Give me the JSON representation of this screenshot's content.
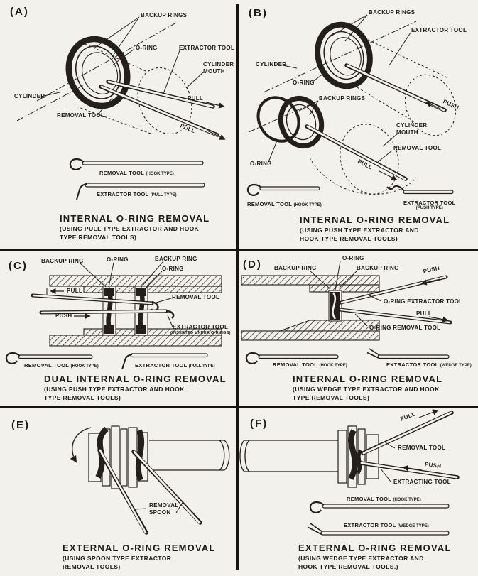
{
  "colors": {
    "ink": "#241f1a",
    "paper": "#f3f1ec"
  },
  "panels": {
    "a": {
      "tag": "(A)",
      "labels": {
        "backup_rings": "BACKUP RINGS",
        "o_ring": "O-RING",
        "extractor_tool": "EXTRACTOR TOOL",
        "cylinder_mouth": "CYLINDER MOUTH",
        "cylinder": "CYLINDER",
        "removal_tool": "REMOVAL TOOL",
        "pull_upper": "PULL",
        "pull_lower": "PULL"
      },
      "tools": [
        {
          "name": "REMOVAL TOOL",
          "type": "(HOOK TYPE)"
        },
        {
          "name": "EXTRACTOR TOOL",
          "type": "(PULL TYPE)"
        }
      ],
      "caption": {
        "title": "INTERNAL O-RING REMOVAL",
        "line2": "(USING PULL TYPE EXTRACTOR AND HOOK",
        "line3": "TYPE REMOVAL TOOLS)"
      }
    },
    "b": {
      "tag": "(B)",
      "labels": {
        "backup_rings_top": "BACKUP RINGS",
        "extractor_tool": "EXTRACTOR TOOL",
        "cylinder": "CYLINDER",
        "o_ring_top": "O-RING",
        "push": "PUSH",
        "backup_rings_lower": "BACKUP RINGS",
        "cylinder_mouth": "CYLINDER MOUTH",
        "removal_tool": "REMOVAL TOOL",
        "pull": "PULL",
        "o_ring_lower": "O-RING"
      },
      "tools": [
        {
          "name": "REMOVAL TOOL",
          "type": "(HOOK TYPE)"
        },
        {
          "name": "EXTRACTOR TOOL",
          "type": "(PUSH TYPE)"
        }
      ],
      "caption": {
        "title": "INTERNAL O-RING REMOVAL",
        "line2": "(USING PUSH TYPE EXTRACTOR AND",
        "line3": "HOOK TYPE REMOVAL TOOLS)"
      }
    },
    "c": {
      "tag": "(C)",
      "labels": {
        "backup_ring_left": "BACKUP RING",
        "o_ring_left": "O-RING",
        "backup_ring_right": "BACKUP RING",
        "o_ring_right": "O-RING",
        "pull": "PULL",
        "push": "PUSH",
        "removal_tool": "REMOVAL TOOL",
        "extractor_tool": "EXTRACTOR TOOL",
        "extractor_note": "(INSERTED UNDER O-RINGS)"
      },
      "tools": [
        {
          "name": "REMOVAL TOOL",
          "type": "(HOOK TYPE)"
        },
        {
          "name": "EXTRACTOR TOOL",
          "type": "(PULL TYPE)"
        }
      ],
      "caption": {
        "title": "DUAL INTERNAL O-RING REMOVAL",
        "line2": "(USING PUSH TYPE EXTRACTOR AND HOOK",
        "line3": "TYPE REMOVAL TOOLS)"
      }
    },
    "d": {
      "tag": "(D)",
      "labels": {
        "o_ring": "O-RING",
        "backup_ring_left": "BACKUP RING",
        "backup_ring_right": "BACKUP RING",
        "push": "PUSH",
        "extractor_tool": "O-RING EXTRACTOR TOOL",
        "pull": "PULL",
        "removal_tool": "O-RING REMOVAL TOOL"
      },
      "tools": [
        {
          "name": "REMOVAL TOOL",
          "type": "(HOOK TYPE)"
        },
        {
          "name": "EXTRACTOR TOOL",
          "type": "(WEDGE TYPE)"
        }
      ],
      "caption": {
        "title": "INTERNAL O-RING REMOVAL",
        "line2": "(USING WEDGE TYPE EXTRACTOR AND HOOK",
        "line3": "TYPE REMOVAL TOOLS)"
      }
    },
    "e": {
      "tag": "(E)",
      "labels": {
        "removal_spoon": "REMOVAL SPOON"
      },
      "tools": [],
      "caption": {
        "title": "EXTERNAL O-RING REMOVAL",
        "line2": "(USING SPOON TYPE EXTRACTOR",
        "line3": "REMOVAL TOOLS)"
      }
    },
    "f": {
      "tag": "(F)",
      "labels": {
        "pull": "PULL",
        "removal_tool": "REMOVAL TOOL",
        "push": "PUSH",
        "extracting_tool": "EXTRACTING TOOL"
      },
      "tools": [
        {
          "name": "REMOVAL TOOL",
          "type": "(HOOK TYPE)"
        },
        {
          "name": "EXTRACTOR TOOL",
          "type": "(WEDGE TYPE)"
        }
      ],
      "caption": {
        "title": "EXTERNAL O-RING REMOVAL",
        "line2": "(USING WEDGE TYPE EXTRACTOR AND",
        "line3": "HOOK TYPE REMOVAL TOOLS.)"
      }
    }
  }
}
